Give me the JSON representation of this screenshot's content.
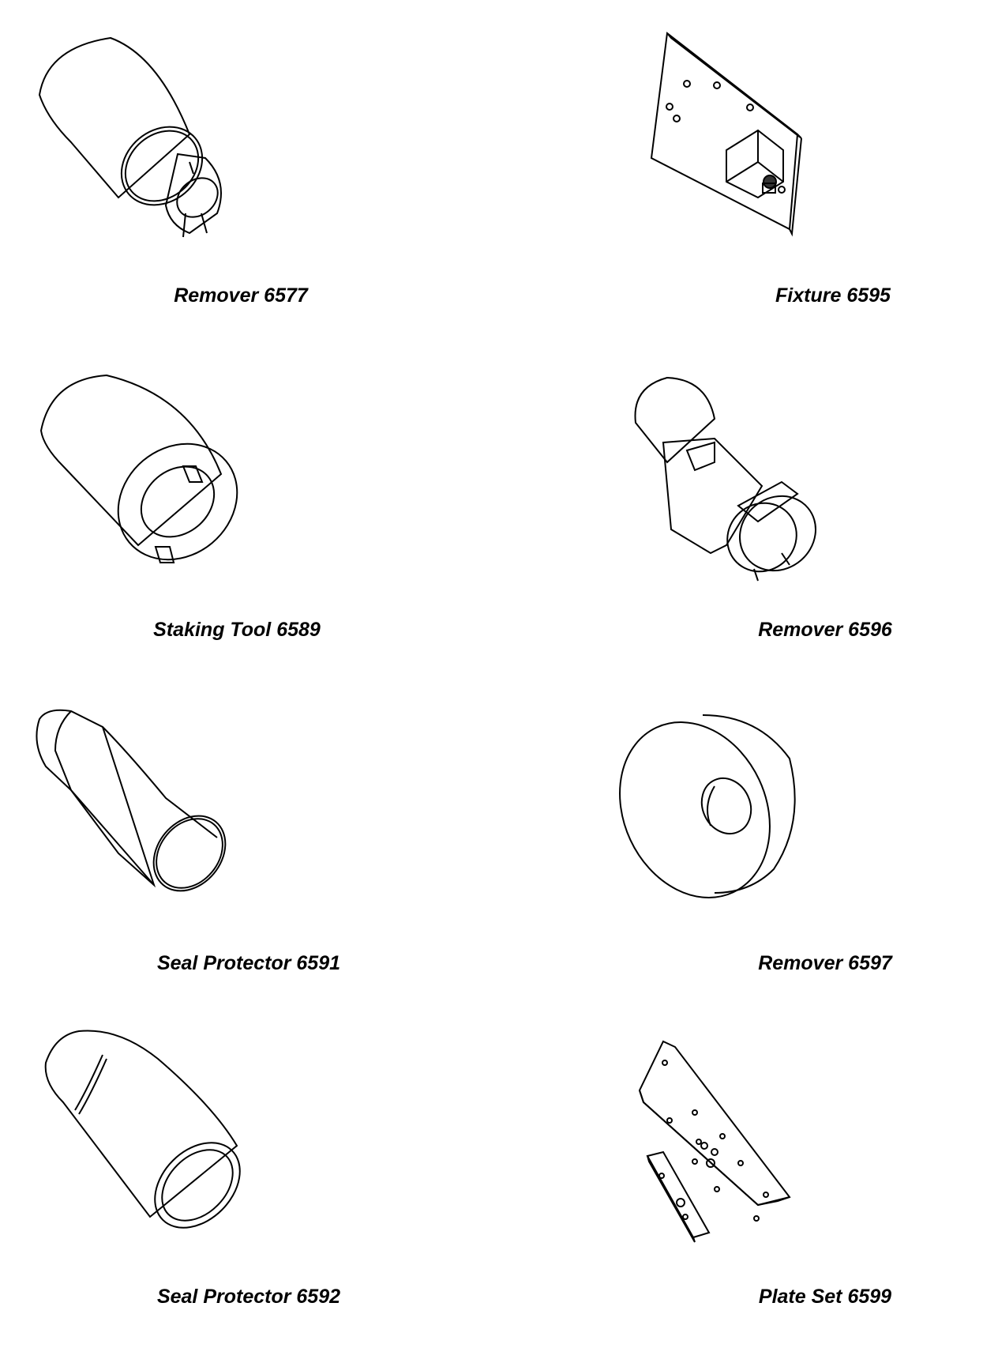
{
  "tools": [
    {
      "name": "Remover 6577"
    },
    {
      "name": "Fixture 6595"
    },
    {
      "name": "Staking Tool 6589"
    },
    {
      "name": "Remover 6596"
    },
    {
      "name": "Seal Protector 6591"
    },
    {
      "name": "Remover 6597"
    },
    {
      "name": "Seal Protector 6592"
    },
    {
      "name": "Plate Set 6599"
    }
  ]
}
